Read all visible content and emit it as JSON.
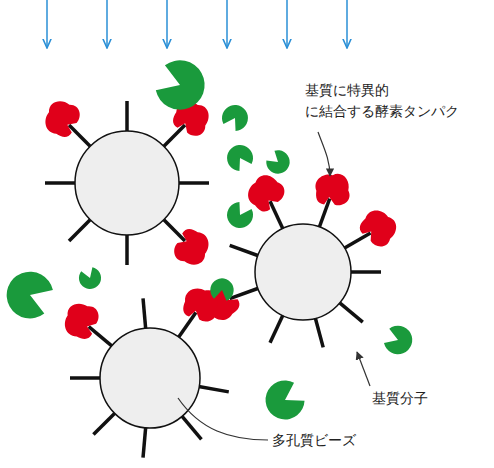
{
  "diagram": {
    "labels": [
      "基質に特異的 に結合する酵素タンパク",
      "基質分子",
      "多孔質ビーズ"
    ]
  }
}
